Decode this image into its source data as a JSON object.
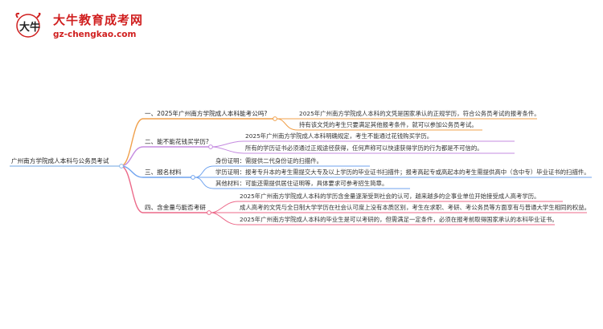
{
  "header": {
    "logo_char": "大牛",
    "site_name": "大牛教育成考网",
    "site_url": "gz-chengkao.com"
  },
  "mindmap": {
    "root": "广州南方学院成人本科与公务员考试",
    "colors": {
      "root_line": "#8bb8e8",
      "branch1": "#f0a04b",
      "branch2": "#c58be0",
      "branch3": "#6fa3ef",
      "branch4": "#ec6a8a"
    },
    "branches": [
      {
        "label": "一、2025年广州南方学院成人本科能考公吗?",
        "leaves": [
          "2025年广州南方学院成人本科的文凭是国家承认的正规学历，符合公务员考试的报考条件。",
          "持有该文凭的考生只要满足其他报考条件，就可以参加公务员考试。"
        ]
      },
      {
        "label": "二、能不能花钱买学历?",
        "leaves": [
          "2025年广州南方学院成人本科明确规定，考生不能通过花钱购买学历。",
          "所有的学历证书必须通过正规途径获得，任何声称可以快速获得学历的行为都是不可信的。"
        ]
      },
      {
        "label": "三、报名材料",
        "leaves": [
          "身份证明：需提供二代身份证的扫描件。",
          "学历证明：报考专升本的考生需提交大专及以上学历的毕业证书扫描件；报考高起专或高起本的考生需提供高中（含中专）毕业证书的扫描件。",
          "其他材料：可能还需提供居住证明等，具体要求可参考招生简章。"
        ]
      },
      {
        "label": "四、含金量与能否考研",
        "leaves": [
          "2025年广州南方学院成人本科的学历含金量逐渐受到社会的认可，越来越多的企事业单位开始接受成人高考学历。",
          "成人高考的文凭与全日制大学学历在社会认可度上没有本质区别，考生在求职、考研、考公务员等方面享有与普通大学生相同的权益。",
          "2025年广州南方学院成人本科的毕业生是可以考研的，但需满足一定条件，必须在报考前取得国家承认的本科毕业证书。"
        ]
      }
    ]
  }
}
